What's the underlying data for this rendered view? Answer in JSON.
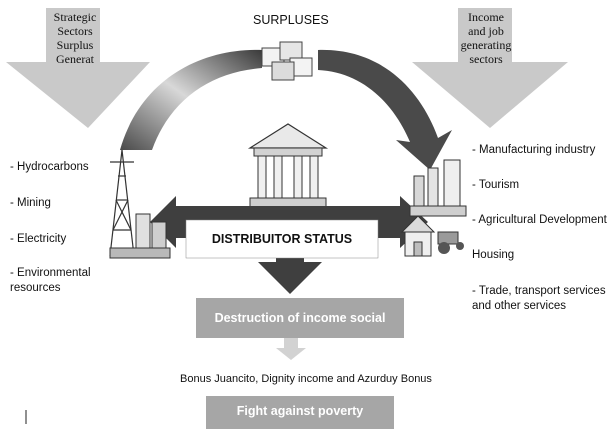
{
  "top_label": "SURPLUSES",
  "left_arrow": {
    "lines": [
      "Strategic",
      "Sectors",
      "Surplus",
      "Generat"
    ]
  },
  "right_arrow": {
    "lines": [
      "Income",
      "and job",
      "generating",
      "sectors"
    ]
  },
  "center_box": "DISTRIBUITOR STATUS",
  "destruction_box": "Destruction of income social",
  "bonus_text": "Bonus Juancito, Dignity income and Azurduy Bonus",
  "poverty_box": "Fight against poverty",
  "left_sectors": [
    "- Hydrocarbons",
    "- Mining",
    "- Electricity",
    "- Environmental resources"
  ],
  "right_sectors": [
    "- Manufacturing industry",
    "- Tourism",
    "- Agricultural Development",
    "Housing",
    "- Trade, transport services and other services"
  ],
  "colors": {
    "gray_arrow": "#c9c9c9",
    "dark_arrow": "#3f3f3f",
    "box_fill": "#a6a6a6"
  }
}
